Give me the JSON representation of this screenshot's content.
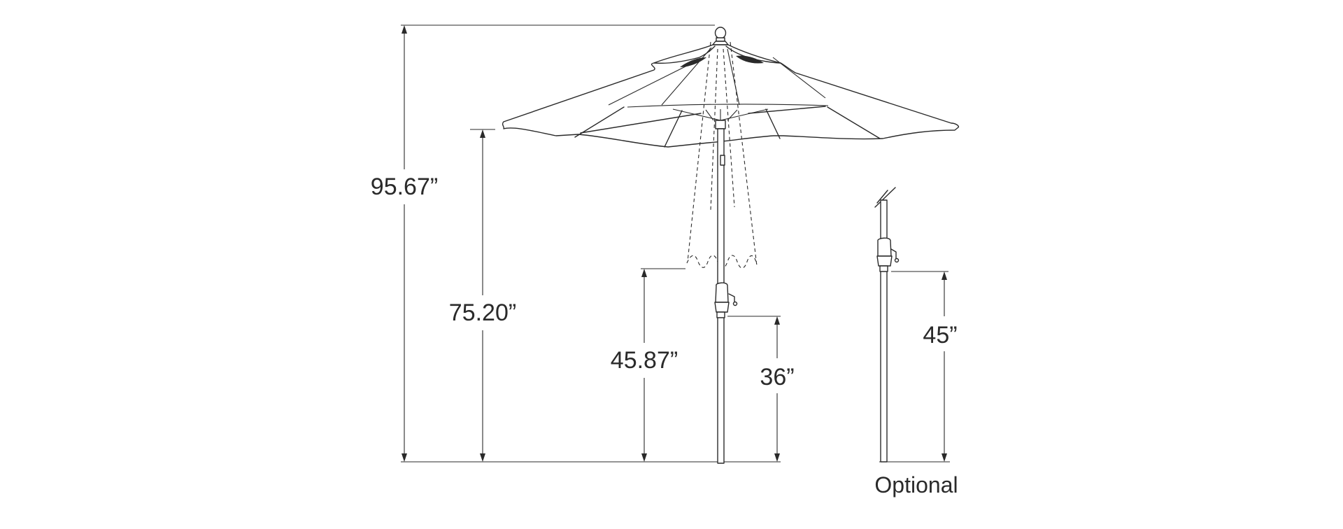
{
  "dimensions": {
    "overall_height": "95.67”",
    "canopy_clearance": "75.20”",
    "crank_height": "45.87”",
    "tilt_height": "36”",
    "optional_crank_height": "45”"
  },
  "optional_label": "Optional",
  "colors": {
    "line": "#2a2a2a",
    "background": "#ffffff"
  }
}
